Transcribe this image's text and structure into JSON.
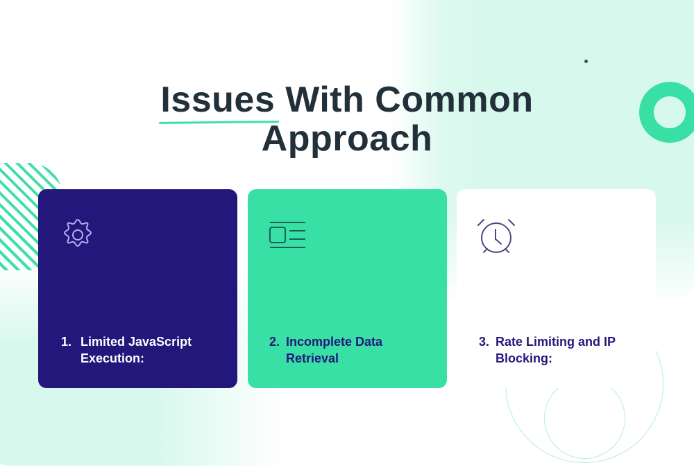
{
  "title": {
    "highlighted_word": "Issues",
    "rest_line1": " With Common",
    "line2": "Approach",
    "underline_color": "#3ddfa4",
    "text_color": "#22303a"
  },
  "cards": [
    {
      "number": "1.",
      "label": "Limited JavaScript Execution:",
      "icon": "gear-icon",
      "background": "#23177c",
      "text_color": "#ffffff"
    },
    {
      "number": "2.",
      "label": "Incomplete Data Retrieval",
      "icon": "layout-document-icon",
      "background": "#38e0a5",
      "text_color": "#23177c"
    },
    {
      "number": "3.",
      "label": "Rate Limiting and IP Blocking:",
      "icon": "alarm-clock-icon",
      "background": "#ffffff",
      "text_color": "#23177c"
    }
  ],
  "colors": {
    "accent_green": "#38e0a5",
    "navy": "#23177c",
    "mint_background": "#d7f8ec"
  }
}
